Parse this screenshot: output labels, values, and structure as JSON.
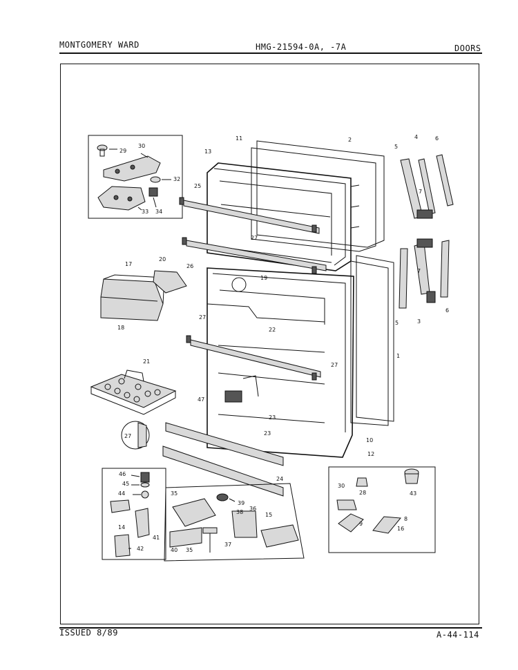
{
  "header": {
    "brand": "MONTGOMERY WARD",
    "model": "HMG-21594-0A, -7A",
    "section": "DOORS"
  },
  "footer": {
    "issued": "ISSUED 8/89",
    "page_code": "A-44-114"
  },
  "callouts": {
    "c1": "1",
    "c2": "2",
    "c3": "3",
    "c4": "4",
    "c5a": "5",
    "c5b": "5",
    "c6a": "6",
    "c6b": "6",
    "c7a": "7",
    "c7b": "7",
    "c8": "8",
    "c9": "9",
    "c10": "10",
    "c11": "11",
    "c12": "12",
    "c13": "13",
    "c14": "14",
    "c15": "15",
    "c16": "16",
    "c17": "17",
    "c18": "18",
    "c19": "19",
    "c20": "20",
    "c21": "21",
    "c22": "22",
    "c23a": "23",
    "c23b": "23",
    "c24": "24",
    "c25": "25",
    "c26": "26",
    "c27a": "27",
    "c27b": "27",
    "c27c": "27",
    "c27d": "27",
    "c28": "28",
    "c29": "29",
    "c30a": "30",
    "c30b": "30",
    "c32": "32",
    "c33": "33",
    "c34": "34",
    "c35a": "35",
    "c35b": "35",
    "c36": "36",
    "c37": "37",
    "c38": "38",
    "c39": "39",
    "c40": "40",
    "c41": "41",
    "c42": "42",
    "c43": "43",
    "c44": "44",
    "c45": "45",
    "c46": "46",
    "c47": "47"
  }
}
